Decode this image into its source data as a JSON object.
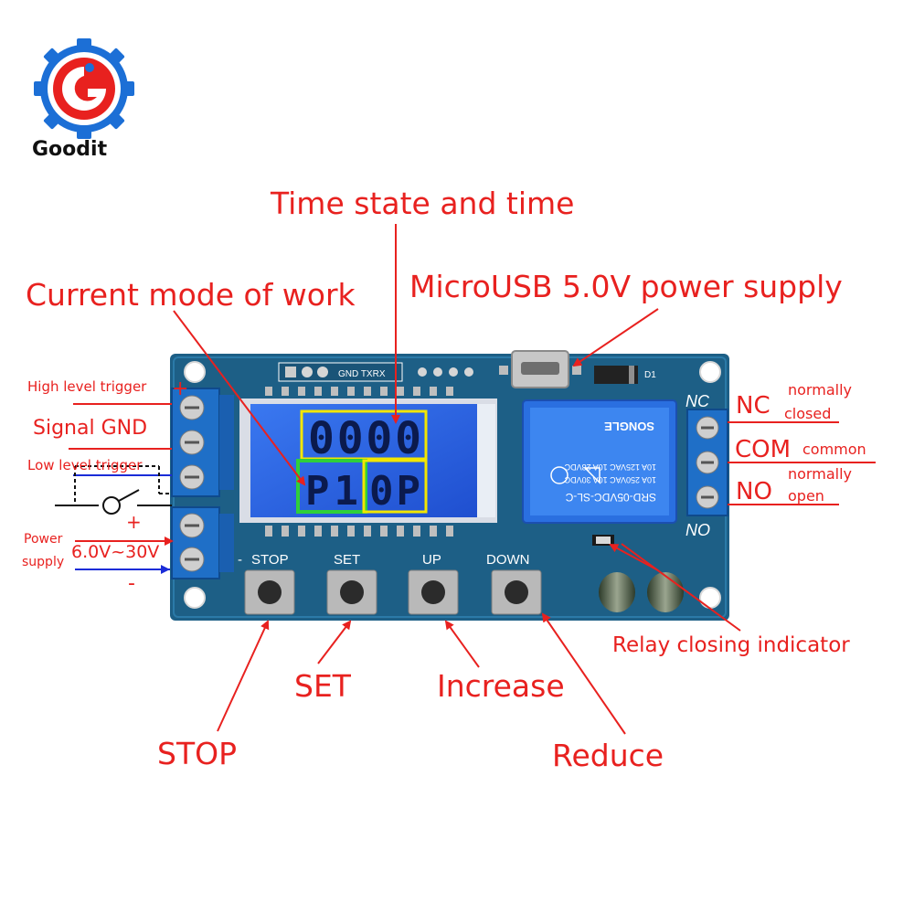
{
  "brand": {
    "name": "Goodit",
    "colors": {
      "red": "#e8211f",
      "blue": "#1c6fd6",
      "text": "#111111"
    }
  },
  "colors": {
    "annotation": "#e8211f",
    "pcb": "#1d5f86",
    "lcd": "#2d63e8",
    "power_line": "#1a2cd8",
    "highlight_yellow": "#f2e600",
    "highlight_green": "#2fcf3a"
  },
  "annotations": {
    "time_state": "Time state and time",
    "current_mode": "Current mode of work",
    "power_supply": "MicroUSB 5.0V power supply",
    "high_trigger": "High level trigger",
    "signal_gnd": "Signal GND",
    "low_trigger": "Low level trigger",
    "power_supply_left_1": "Power",
    "power_supply_left_2": "supply",
    "voltage_range": "6.0V~30V",
    "plus_high": "+",
    "plus_power": "+",
    "minus_power": "-",
    "nc": "NC",
    "nc_desc_1": "normally",
    "nc_desc_2": "closed",
    "com": "COM",
    "com_desc": "common",
    "no": "NO",
    "no_desc_1": "normally",
    "no_desc_2": "open",
    "relay_indicator": "Relay closing indicator",
    "stop": "STOP",
    "set": "SET",
    "increase": "Increase",
    "reduce": "Reduce"
  },
  "board": {
    "header_pins": "GND TXRX",
    "d1": "D1",
    "nc_silk": "NC",
    "no_silk": "NO",
    "buttons": [
      "STOP",
      "SET",
      "UP",
      "DOWN"
    ],
    "minus_silk": "-",
    "lcd_top": "0000",
    "lcd_bottom_left": "P1",
    "lcd_bottom_right": "0P",
    "relay_lines": [
      "SRD-05VDC-SL-C",
      "10A 250VAC  10A 30VDC",
      "10A 125VAC  10A 28VDC",
      "SONGLE"
    ]
  }
}
